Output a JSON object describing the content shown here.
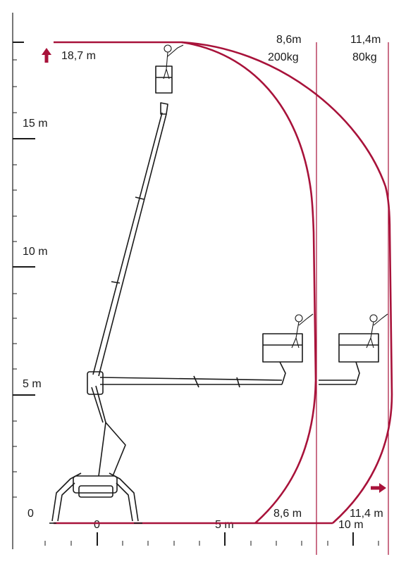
{
  "diagram": {
    "vertical_axis": {
      "tick_labels": [
        "0",
        "5 m",
        "10 m",
        "15 m"
      ],
      "max_height_label": "18,7 m"
    },
    "horizontal_axis": {
      "tick_labels": [
        "0",
        "5 m",
        "10 m"
      ]
    },
    "curves": [
      {
        "name": "inner",
        "outreach_label": "8,6 m",
        "top_label_line1": "8,6m",
        "top_label_line2": "200kg"
      },
      {
        "name": "outer",
        "outreach_label": "11,4 m",
        "top_label_line1": "11,4m",
        "top_label_line2": "80kg"
      }
    ],
    "colors": {
      "accent": "#a8123a",
      "ink": "#1a1a1a",
      "background": "#ffffff"
    },
    "icons": {
      "height_marker": "arrow-up-icon",
      "outreach_marker": "arrow-right-icon"
    }
  }
}
